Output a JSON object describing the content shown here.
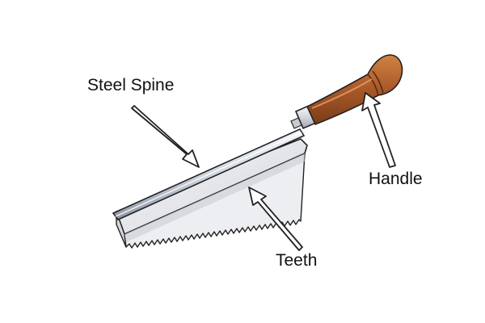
{
  "diagram": {
    "labels": {
      "steel_spine": "Steel Spine",
      "handle": "Handle",
      "teeth": "Teeth"
    },
    "colors": {
      "blade_light": "#f4f4f6",
      "blade_mid": "#d9dadf",
      "blade_dark": "#b9bbc2",
      "spine_light": "#eef3fb",
      "spine_dark": "#8d96a6",
      "ferrule": "#dcdfe5",
      "handle_light": "#c9773d",
      "handle_mid": "#a9582a",
      "handle_dark": "#7a3c19",
      "outline": "#222222",
      "arrow_fill": "#ffffff",
      "text": "#111111"
    },
    "icons": {
      "saw": "dovetail-saw-icon",
      "arrow": "arrow-icon"
    }
  }
}
